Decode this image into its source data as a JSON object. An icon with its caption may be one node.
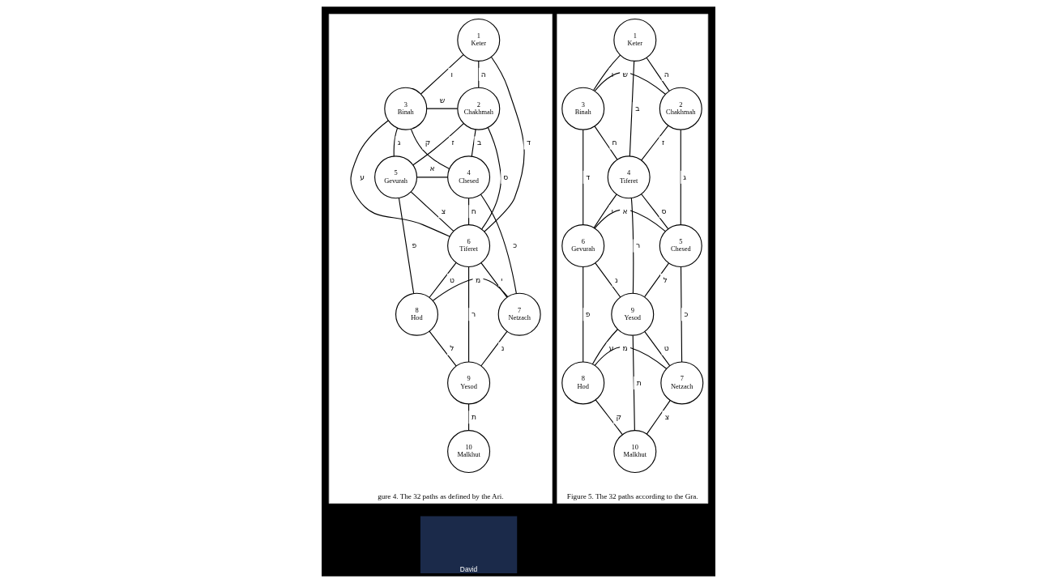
{
  "diagram": {
    "nodes": [
      {
        "text": [
          "gure 4. The 32 paths as defined by the Ari."
        ]
      },
      {
        "text": [
          "1",
          "Keter"
        ],
        "in": 0
      },
      {
        "text": [
          "3",
          "Binah"
        ],
        "in": 0
      },
      {
        "text": [
          "2",
          "Chakhmah"
        ],
        "in": 0
      },
      {
        "text": [
          "5",
          "Gevurah"
        ],
        "in": 0
      },
      {
        "text": [
          "4",
          "Chesed"
        ],
        "in": 0
      },
      {
        "text": [
          "6",
          "Tiferet"
        ],
        "in": 0
      },
      {
        "text": [
          "8",
          "Hod"
        ],
        "in": 0
      },
      {
        "text": [
          "7",
          "Netzach"
        ],
        "in": 0
      },
      {
        "text": [
          "9",
          "Yesod"
        ],
        "in": 0
      },
      {
        "text": [
          "10",
          "Malkhut"
        ],
        "in": 0
      },
      {
        "text": [
          "Figure 5. The 32 paths according to the Gra."
        ]
      },
      {
        "text": [
          "1",
          "Keter"
        ],
        "in": 11
      },
      {
        "text": [
          "3",
          "Binah"
        ],
        "in": 11
      },
      {
        "text": [
          "2",
          "Chakhmah"
        ],
        "in": 11
      },
      {
        "text": [
          "4",
          "Tiferet"
        ],
        "in": 11
      },
      {
        "text": [
          "6",
          "Gevurah"
        ],
        "in": 11
      },
      {
        "text": [
          "5",
          "Chesed"
        ],
        "in": 11
      },
      {
        "text": [
          "9",
          "Yesod"
        ],
        "in": 11
      },
      {
        "text": [
          "8",
          "Hod"
        ],
        "in": 11
      },
      {
        "text": [
          "7",
          "Netzach"
        ],
        "in": 11
      },
      {
        "text": [
          "10",
          "Malkhut"
        ],
        "in": 11
      },
      {
        "text": [
          "David"
        ]
      }
    ],
    "edges": [
      {
        "from": 1,
        "to": 2,
        "arrow": "none",
        "label": "ו"
      },
      {
        "from": 1,
        "to": 3,
        "arrow": "none",
        "label": "ה"
      },
      {
        "from": 1,
        "to": 6,
        "arrow": "none",
        "label": "ד"
      },
      {
        "from": 2,
        "to": 3,
        "arrow": "none",
        "label": "ש"
      },
      {
        "from": 2,
        "to": 4,
        "arrow": "none",
        "label": "ג"
      },
      {
        "from": 3,
        "to": 5,
        "arrow": "none",
        "label": "ב"
      },
      {
        "from": 2,
        "to": 5,
        "arrow": "none",
        "label": "ק"
      },
      {
        "from": 3,
        "to": 4,
        "arrow": "none",
        "label": "ז"
      },
      {
        "from": 2,
        "to": 6,
        "arrow": "none",
        "label": "ע"
      },
      {
        "from": 3,
        "to": 6,
        "arrow": "none",
        "label": "ס"
      },
      {
        "from": 4,
        "to": 5,
        "arrow": "none",
        "label": "א"
      },
      {
        "from": 4,
        "to": 6,
        "arrow": "none",
        "label": "צ"
      },
      {
        "from": 5,
        "to": 6,
        "arrow": "none",
        "label": "ח"
      },
      {
        "from": 4,
        "to": 7,
        "arrow": "none",
        "label": "פ"
      },
      {
        "from": 5,
        "to": 8,
        "arrow": "none",
        "label": "כ"
      },
      {
        "from": 6,
        "to": 7,
        "arrow": "none",
        "label": "ט"
      },
      {
        "from": 6,
        "to": 8,
        "arrow": "none",
        "label": "י"
      },
      {
        "from": 7,
        "to": 8,
        "arrow": "none",
        "label": "מ"
      },
      {
        "from": 6,
        "to": 9,
        "arrow": "none",
        "label": "ר"
      },
      {
        "from": 7,
        "to": 9,
        "arrow": "none",
        "label": "ל"
      },
      {
        "from": 8,
        "to": 9,
        "arrow": "none",
        "label": "נ"
      },
      {
        "from": 9,
        "to": 10,
        "arrow": "none",
        "label": "ת"
      },
      {
        "from": 12,
        "to": 13,
        "arrow": "none",
        "label": "ו"
      },
      {
        "from": 12,
        "to": 14,
        "arrow": "none",
        "label": "ה"
      },
      {
        "from": 12,
        "to": 15,
        "arrow": "none",
        "label": "ב"
      },
      {
        "from": 13,
        "to": 14,
        "arrow": "none",
        "label": "ש"
      },
      {
        "from": 13,
        "to": 15,
        "arrow": "none",
        "label": "ח"
      },
      {
        "from": 14,
        "to": 15,
        "arrow": "none",
        "label": "ז"
      },
      {
        "from": 13,
        "to": 16,
        "arrow": "none",
        "label": "ד"
      },
      {
        "from": 14,
        "to": 17,
        "arrow": "none",
        "label": "ג"
      },
      {
        "from": 15,
        "to": 16,
        "arrow": "none",
        "label": "י"
      },
      {
        "from": 15,
        "to": 17,
        "arrow": "none",
        "label": "ס"
      },
      {
        "from": 15,
        "to": 18,
        "arrow": "none",
        "label": "ר"
      },
      {
        "from": 16,
        "to": 17,
        "arrow": "none",
        "label": "א"
      },
      {
        "from": 16,
        "to": 18,
        "arrow": "none",
        "label": "נ"
      },
      {
        "from": 17,
        "to": 18,
        "arrow": "none",
        "label": "ל"
      },
      {
        "from": 16,
        "to": 19,
        "arrow": "none",
        "label": "פ"
      },
      {
        "from": 17,
        "to": 20,
        "arrow": "none",
        "label": "כ"
      },
      {
        "from": 18,
        "to": 19,
        "arrow": "none",
        "label": "ע"
      },
      {
        "from": 18,
        "to": 20,
        "arrow": "none",
        "label": "ט"
      },
      {
        "from": 18,
        "to": 21,
        "arrow": "none",
        "label": "ת"
      },
      {
        "from": 19,
        "to": 20,
        "arrow": "none",
        "label": "מ"
      },
      {
        "from": 19,
        "to": 21,
        "arrow": "none",
        "label": "ק"
      },
      {
        "from": 20,
        "to": 21,
        "arrow": "none",
        "label": "צ"
      }
    ]
  }
}
